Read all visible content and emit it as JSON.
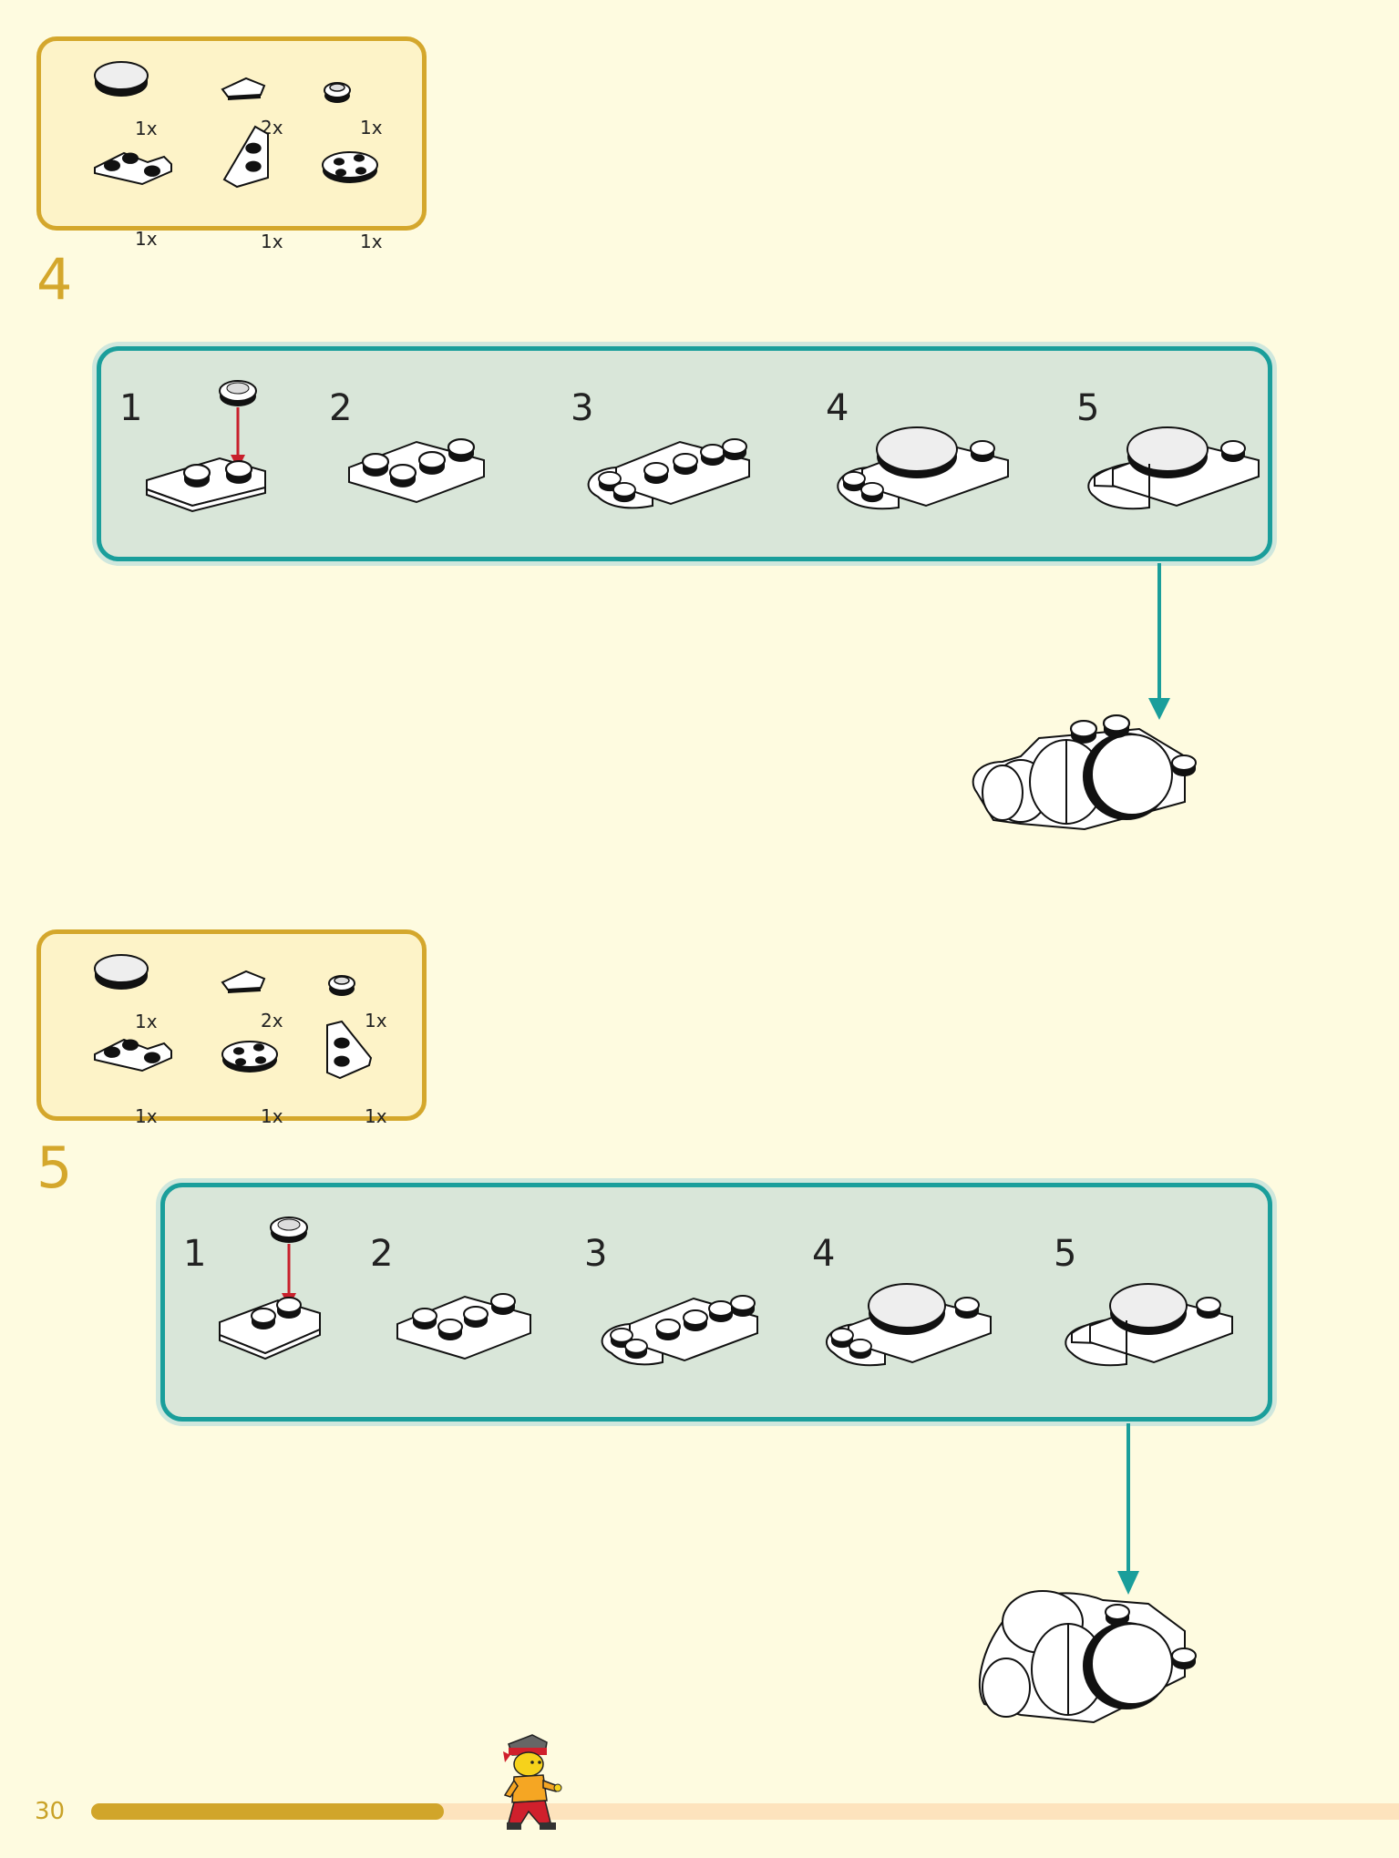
{
  "page": {
    "number": "30",
    "progress": 0.27
  },
  "steps": [
    {
      "number": "4",
      "parts": [
        {
          "icon": "round-tile-2x2-icon",
          "qty": "1x"
        },
        {
          "icon": "wedge-tile-icon",
          "qty": "2x"
        },
        {
          "icon": "round-plate-1x1-icon",
          "qty": "1x"
        },
        {
          "icon": "corner-plate-icon",
          "qty": "1x"
        },
        {
          "icon": "wedge-plate-icon",
          "qty": "1x"
        },
        {
          "icon": "round-plate-2x2-icon",
          "qty": "1x"
        }
      ],
      "substeps": [
        "1",
        "2",
        "3",
        "4",
        "5"
      ]
    },
    {
      "number": "5",
      "parts": [
        {
          "icon": "round-tile-2x2-icon",
          "qty": "1x"
        },
        {
          "icon": "wedge-tile-icon",
          "qty": "2x"
        },
        {
          "icon": "round-plate-1x1-icon",
          "qty": "1x"
        },
        {
          "icon": "corner-plate-icon",
          "qty": "1x"
        },
        {
          "icon": "round-plate-2x2-icon",
          "qty": "1x"
        },
        {
          "icon": "wedge-plate-icon",
          "qty": "1x"
        }
      ],
      "substeps": [
        "1",
        "2",
        "3",
        "4",
        "5"
      ]
    }
  ],
  "colors": {
    "accent": "#d4a72c",
    "panel_border": "#1a9e9b",
    "arrow_red": "#c8202c"
  }
}
